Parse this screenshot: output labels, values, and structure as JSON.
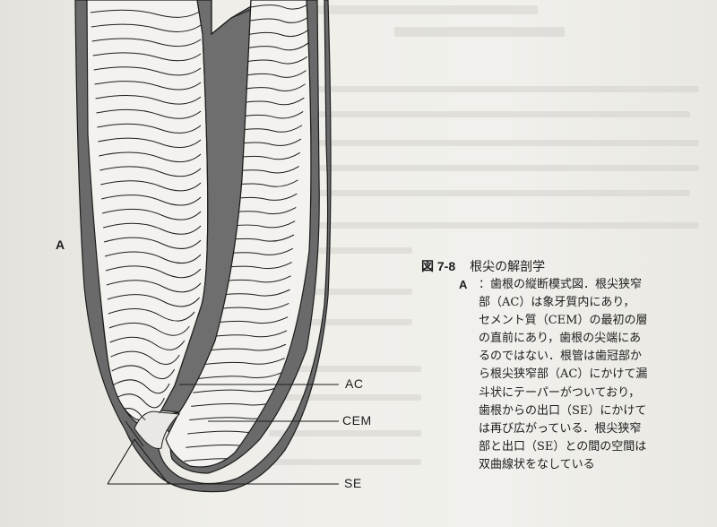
{
  "panel_label": "A",
  "labels": {
    "ac": "AC",
    "cem": "CEM",
    "se": "SE"
  },
  "caption": {
    "figure_number": "図 7-8",
    "title": "根尖の解剖学",
    "panel": "A",
    "lines": [
      "：歯根の縦断模式図．根尖狭窄",
      "部（AC）は象牙質内にあり，",
      "セメント質（CEM）の最初の層",
      "の直前にあり，歯根の尖端にあ",
      "るのではない．根管は歯冠部か",
      "ら根尖狭窄部（AC）にかけて漏",
      "斗状にテーパーがついており，",
      "歯根からの出口（SE）にかけて",
      "は再び広がっている．根尖狭窄",
      "部と出口（SE）との間の空間は",
      "双曲線状をなしている"
    ]
  },
  "colors": {
    "canal": "#6e6e6e",
    "cementum": "#6a6a6a",
    "dentin": "#f3f2ee",
    "ink": "#1d1d1d"
  }
}
